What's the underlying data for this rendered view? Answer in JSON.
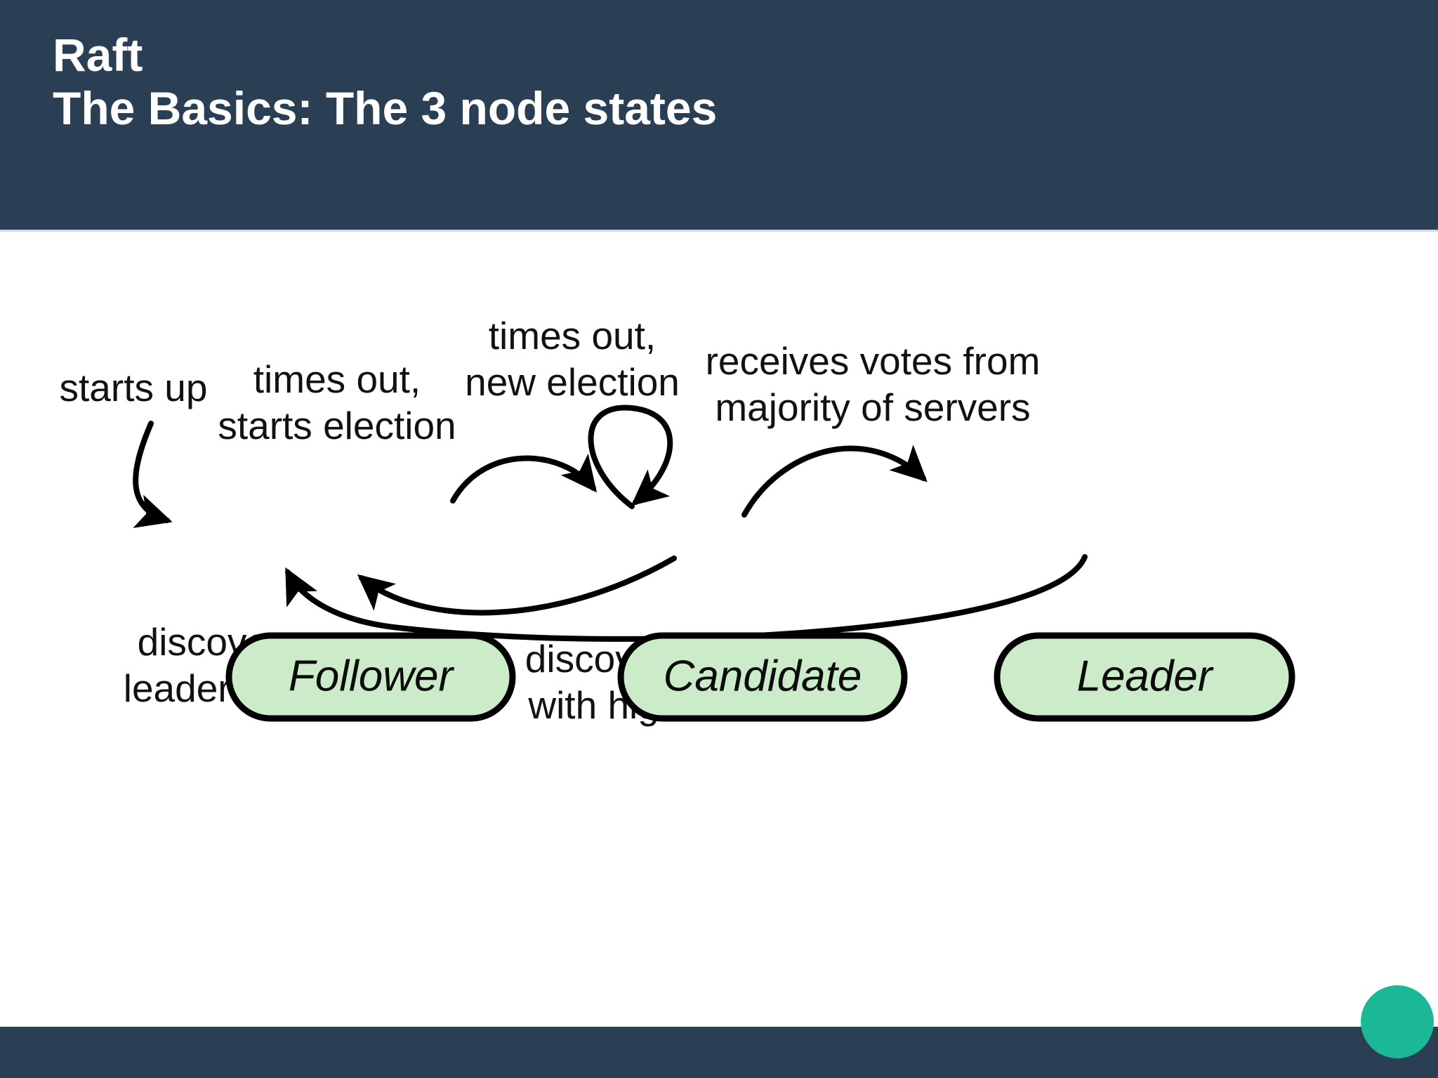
{
  "slide": {
    "title": "Raft",
    "subtitle": "The Basics: The 3 node states",
    "header_color": "#2b3f54",
    "accent_color": "#1bb897",
    "node_fill_color": "#ccecc9",
    "background_color": "#ffffff"
  },
  "diagram": {
    "type": "state-machine",
    "nodes": [
      {
        "id": "follower",
        "label": "Follower"
      },
      {
        "id": "candidate",
        "label": "Candidate"
      },
      {
        "id": "leader",
        "label": "Leader"
      }
    ],
    "transitions": [
      {
        "id": "startup",
        "from": "start",
        "to": "follower",
        "label_lines": [
          "starts up"
        ]
      },
      {
        "id": "follower-to-candidate",
        "from": "follower",
        "to": "candidate",
        "label_lines": [
          "times out,",
          "starts election"
        ]
      },
      {
        "id": "candidate-self",
        "from": "candidate",
        "to": "candidate",
        "label_lines": [
          "times out,",
          "new election"
        ]
      },
      {
        "id": "candidate-to-leader",
        "from": "candidate",
        "to": "leader",
        "label_lines": [
          "receives votes from",
          "majority of servers"
        ]
      },
      {
        "id": "candidate-to-follower",
        "from": "candidate",
        "to": "follower",
        "label_lines": [
          "discovers current",
          "leader or new term"
        ]
      },
      {
        "id": "leader-to-follower",
        "from": "leader",
        "to": "follower",
        "label_lines": [
          "discovers server",
          "with higher term"
        ]
      }
    ],
    "labels": {
      "starts_up": "starts up",
      "times_out_1": "times out,",
      "starts_election": "starts election",
      "times_out_2": "times out,",
      "new_election": "new election",
      "receives_votes": "receives votes from",
      "majority_servers": "majority of servers",
      "discovers_current": "discovers current",
      "leader_or_new_term": "leader or new term",
      "discovers_server": "discovers server",
      "with_higher_term": "with higher term"
    }
  }
}
